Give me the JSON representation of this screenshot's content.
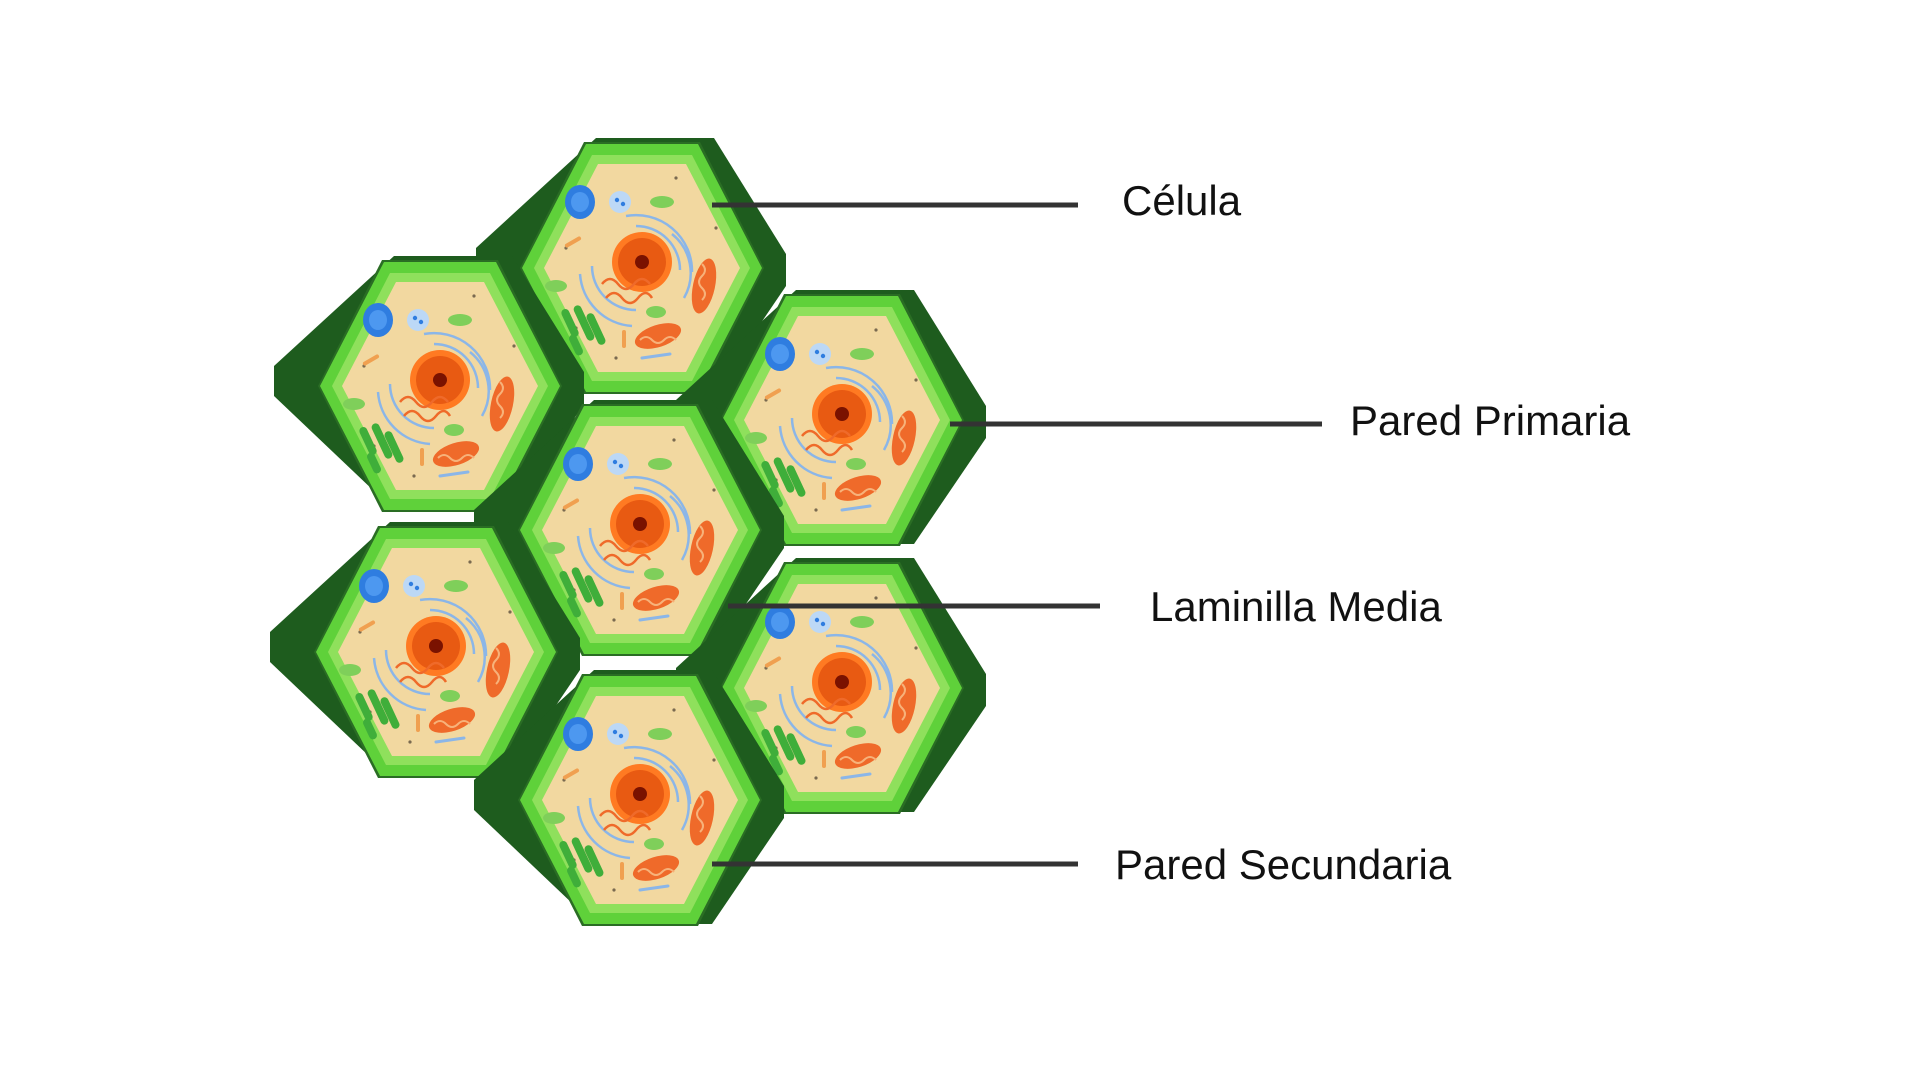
{
  "labels": {
    "cell": "Célula",
    "primary_wall": "Pared Primaria",
    "middle_lamella": "Laminilla Media",
    "secondary_wall": "Pared Secundaria"
  },
  "colors": {
    "background": "#ffffff",
    "secondary_wall": "#1e5c1e",
    "secondary_wall_shadow": "#143f14",
    "primary_wall": "#5fd13a",
    "primary_wall_inner": "#8fe05c",
    "cytoplasm": "#f2d8a0",
    "nucleus_outer": "#ff6a1a",
    "nucleus_core": "#7a1200",
    "vacuole_blue": "#2f7de0",
    "chloroplast": "#3fae3a",
    "mitochondria": "#ef6a2a",
    "er": "#8bb6e8",
    "leader_line": "#333333",
    "label_text": "#111111"
  },
  "icons": {
    "cell": "plant-cell-icon"
  }
}
